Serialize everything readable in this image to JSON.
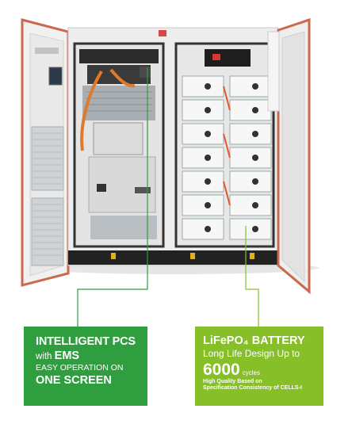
{
  "pcs_callout": {
    "line1": "INTELLIGENT PCS",
    "line2_prefix": "with ",
    "line2_bold": "EMS",
    "line3": "EASY OPERATION ON",
    "line4": "ONE SCREEN"
  },
  "battery_callout": {
    "line1": "LiFePO₄ BATTERY",
    "line2": "Long Life Design Up to",
    "cycles_value": "6000",
    "cycles_unit": "cycles",
    "line4": "High Quality Based on",
    "line5": "Specification Consistency of CELLS-I"
  },
  "colors": {
    "pcs_green": "#2f9e3e",
    "battery_green": "#86bf28",
    "cabinet_frame": "#ededed",
    "door_trim": "#c96a4e"
  }
}
